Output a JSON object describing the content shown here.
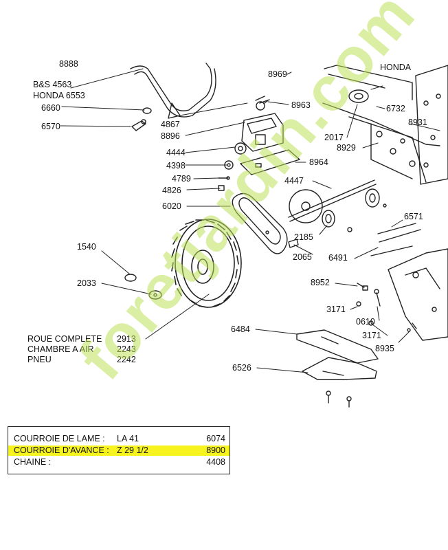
{
  "watermark": "foretjardin.com",
  "brand_colors": {
    "watermark": "#bedf5a",
    "highlight": "#f7f31e"
  },
  "labels": {
    "l8888": "8888",
    "bs": "B&S 4563",
    "honda_l": "HONDA 6553",
    "l6660": "6660",
    "l6570": "6570",
    "l8969": "8969",
    "l8963": "8963",
    "l4867": "4867",
    "l8896": "8896",
    "l4444": "4444",
    "l4398": "4398",
    "l8964": "8964",
    "l4789": "4789",
    "l4826": "4826",
    "l4447": "4447",
    "l6020": "6020",
    "l2185": "2185",
    "l2065": "2065",
    "l1540": "1540",
    "l2033": "2033",
    "honda_r": "HONDA",
    "l6732": "6732",
    "l8931": "8931",
    "l2017": "2017",
    "l8929": "8929",
    "l6571": "6571",
    "l6491": "6491",
    "l8952": "8952",
    "l3171a": "3171",
    "l0610": "0610",
    "l3171b": "3171",
    "l8935": "8935",
    "l6484": "6484",
    "l6526": "6526"
  },
  "wheel_parts": [
    {
      "name": "ROUE COMPLETE",
      "num": "2913"
    },
    {
      "name": "CHAMBRE A AIR",
      "num": "2243"
    },
    {
      "name": "PNEU",
      "num": "2242"
    }
  ],
  "legend": [
    {
      "name": "COURROIE DE LAME :",
      "spec": "LA 41",
      "num": "6074",
      "highlighted": false
    },
    {
      "name": "COURROIE D'AVANCE :",
      "spec": "Z 29 1/2",
      "num": "8900",
      "highlighted": true
    },
    {
      "name": "CHAINE :",
      "spec": "",
      "num": "4408",
      "highlighted": false
    }
  ]
}
